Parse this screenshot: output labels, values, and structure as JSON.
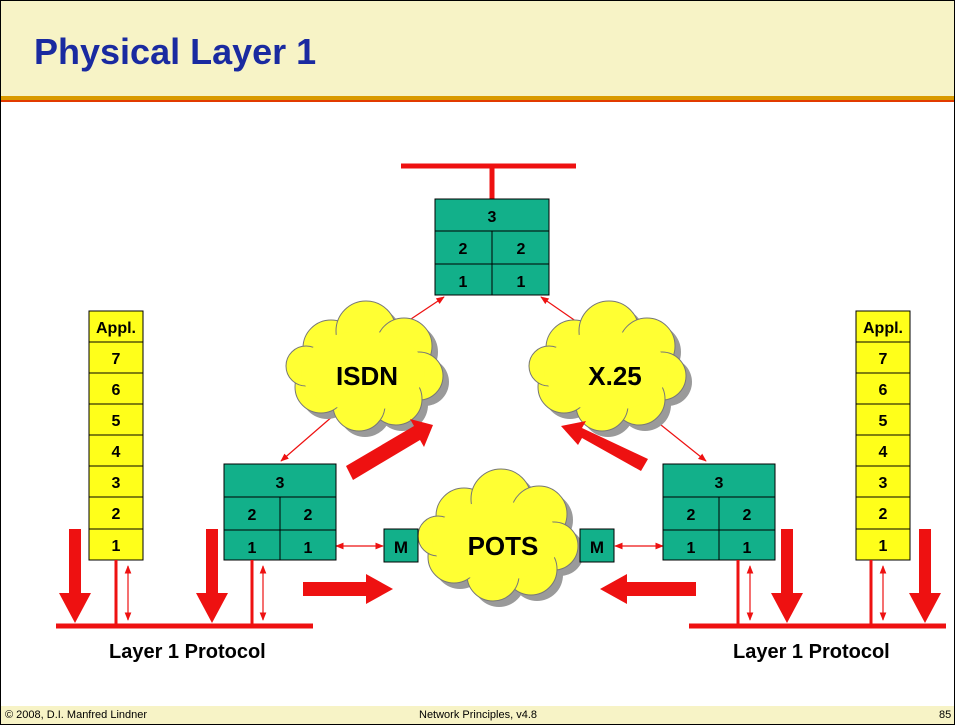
{
  "slide": {
    "title": "Physical Layer 1",
    "footer_left": "© 2008, D.I. Manfred Lindner",
    "footer_center": "Network Principles, v4.8",
    "footer_right": "85"
  },
  "colors": {
    "router_fill": "#12b08a",
    "stack_fill": "#ffff1a",
    "cloud_fill": "#ffff33",
    "arrow": "#ee1111",
    "title_blue": "#1a2aa0"
  },
  "networks": {
    "isdn": "ISDN",
    "x25": "X.25",
    "pots": "POTS"
  },
  "modem_label": "M",
  "router": {
    "layer3": "3",
    "layer2": "2",
    "layer1": "1"
  },
  "end_stack": [
    "Appl.",
    "7",
    "6",
    "5",
    "4",
    "3",
    "2",
    "1"
  ],
  "protocol_label_left": "Layer 1 Protocol",
  "protocol_label_right": "Layer 1 Protocol"
}
